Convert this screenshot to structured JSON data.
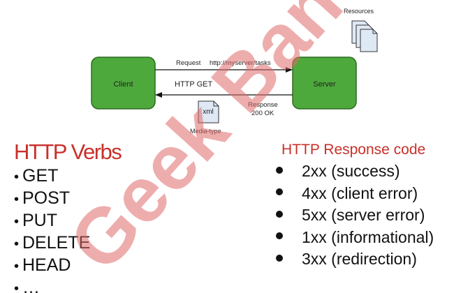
{
  "diagram": {
    "client_label": "Client",
    "server_label": "Server",
    "request_label": "Request",
    "url_label": "http://myserver/tasks",
    "method_label": "HTTP GET",
    "response_label": "Response",
    "status_label": "200 OK",
    "xml_label": "xml",
    "media_type_label": "Media-type",
    "resources_label": "Resources",
    "colors": {
      "box_fill": "#4ea93c",
      "box_stroke": "#2e6b22",
      "doc_fill": "#dfe8f5"
    }
  },
  "verbs": {
    "title": "HTTP Verbs",
    "bullet": "•",
    "items": [
      "GET",
      "POST",
      "PUT",
      "DELETE",
      "HEAD",
      "…"
    ]
  },
  "codes": {
    "title": "HTTP Response code",
    "items": [
      "2xx (success)",
      "4xx (client error)",
      "5xx (server error)",
      "1xx (informational)",
      "3xx (redirection)"
    ]
  },
  "watermark": {
    "text": "Geek Banu",
    "color": "#e06a6a"
  },
  "colors": {
    "accent_red": "#c8302a"
  }
}
